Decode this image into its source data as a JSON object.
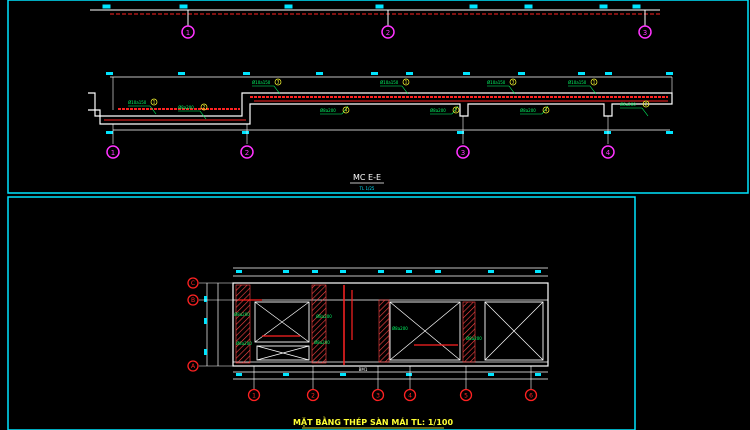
{
  "section": {
    "title": "MC E-E",
    "scale": "TL 1/25",
    "axes": [
      "1",
      "2",
      "3",
      "4"
    ],
    "top_axes": [
      "1",
      "2",
      "3"
    ],
    "bar_labels": [
      "Ø10a150",
      "Ø8a200",
      "Ø10a150",
      "Ø8a200",
      "Ø10a150",
      "Ø8a200",
      "Ø10a150",
      "Ø8a200",
      "Ø10a150",
      "Ø8a200"
    ],
    "bar_numbers": [
      "1",
      "2",
      "3",
      "4",
      "1",
      "2",
      "3",
      "4",
      "1",
      "2"
    ]
  },
  "plan": {
    "title": "MẶT BẰNG THÉP SÀN MÁI TL: 1/100",
    "axes_bottom": [
      "1",
      "2",
      "3",
      "4",
      "5",
      "6"
    ],
    "axes_left": [
      "C",
      "B",
      "A"
    ],
    "beam_labels": [
      "Ø8a200",
      "Ø8a200",
      "Ø8a200",
      "Ø8a200",
      "Ø8a200",
      "Ø8a200"
    ],
    "center_label": "BM1"
  },
  "colors": {
    "frame": "#00e5ff",
    "line": "#ffffff",
    "rebar": "#ff2222",
    "dim": "#00ff66",
    "axis": "#ff33ff",
    "hatch": "#ff4444",
    "text": "#ffff33"
  }
}
